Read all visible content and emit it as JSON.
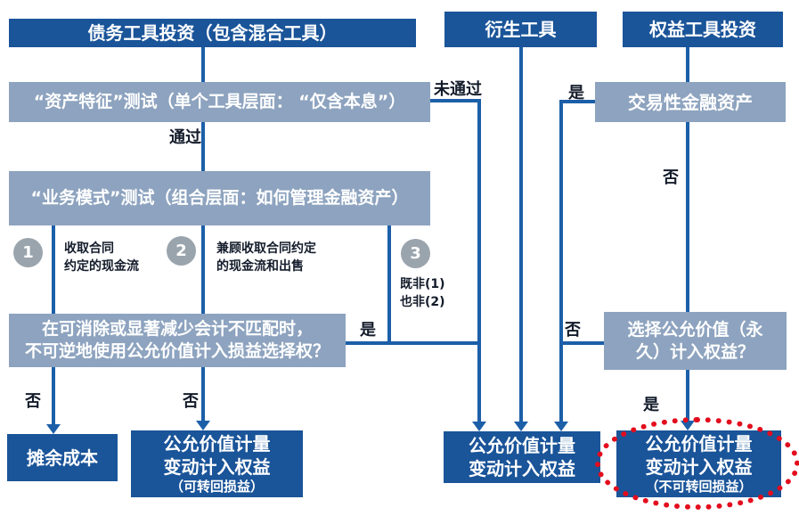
{
  "colors": {
    "box_blue": "#1a5499",
    "box_gray": "#8da3bf",
    "line_blue": "#1c5fa8",
    "circle_gray": "#9aa4ad",
    "label_dark": "#141c2b",
    "red": "#e30d1d"
  },
  "headers": {
    "debt": "债务工具投资（包含混合工具）",
    "derivative": "衍生工具",
    "equity": "权益工具投资"
  },
  "tests": {
    "sppi": "“资产特征”测试（单个工具层面： “仅含本息”）",
    "business": "“业务模式”测试（组合层面：如何管理金融资产）",
    "fv_option_line1": "在可消除或显著减少会计不匹配时，",
    "fv_option_line2": "不可逆地使用公允价值计入损益选择权？",
    "trading": "交易性金融资产",
    "equity_choice_line1": "选择公允价值（永",
    "equity_choice_line2": "久）计入权益？"
  },
  "branches": [
    {
      "num": "1",
      "line1": "收取合同",
      "line2": "约定的现金流"
    },
    {
      "num": "2",
      "line1": "兼顾收取合同约定",
      "line2": "的现金流和出售"
    },
    {
      "num": "3",
      "line1": "既非(1)",
      "line2": "也非(2)"
    }
  ],
  "labels": {
    "pass": "通过",
    "fail": "未通过",
    "yes": "是",
    "no": "否"
  },
  "results": {
    "amortized_cost": "摊余成本",
    "fv_equity_recyclable": {
      "line1": "公允价值计量",
      "line2": "变动计入权益",
      "line3": "（可转回损益）"
    },
    "fv_equity": {
      "line1": "公允价值计量",
      "line2": "变动计入权益"
    },
    "fv_equity_nonrecyclable": {
      "line1": "公允价值计量",
      "line2": "变动计入权益",
      "line3": "（不可转回损益）"
    }
  }
}
